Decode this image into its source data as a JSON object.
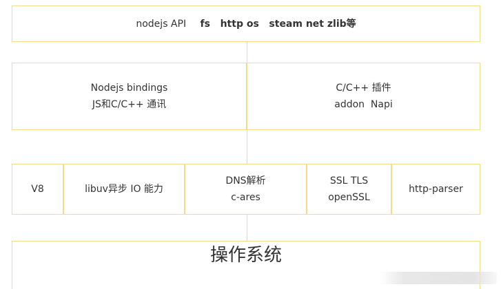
{
  "api": {
    "label": "nodejs API",
    "modules": "fs   http os   steam net zlib等"
  },
  "bindings": {
    "line1": "Nodejs bindings",
    "line2": "JS和C/C++ 通讯"
  },
  "addons": {
    "line1": "C/C++ 插件",
    "line2": "addon  Napi"
  },
  "dependencies": [
    {
      "line1": "V8"
    },
    {
      "line1": "libuv异步 IO 能力"
    },
    {
      "line1": "DNS解析",
      "line2": "c-ares"
    },
    {
      "line1": "SSL TLS",
      "line2": "openSSL"
    },
    {
      "line1": "http-parser"
    }
  ],
  "os": {
    "label": "操作系统"
  },
  "colors": {
    "border": "#f2dc8a",
    "connector": "#d9d9d9",
    "text": "#333333"
  }
}
